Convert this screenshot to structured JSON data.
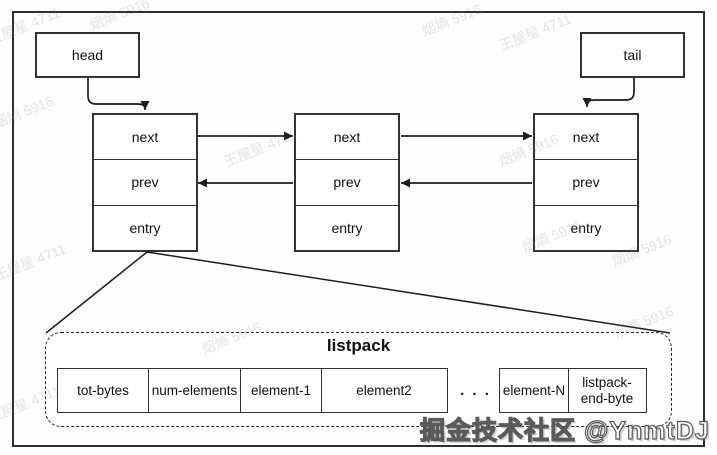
{
  "diagram": {
    "head_label": "head",
    "tail_label": "tail",
    "cell_labels": [
      "next",
      "prev",
      "entry"
    ]
  },
  "listpack": {
    "title": "listpack",
    "cells": [
      "tot-bytes",
      "num-elements",
      "element-1",
      "element2",
      "element-N",
      "listpack-end-byte"
    ],
    "ellipsis": ". . ."
  },
  "branding": {
    "text": "掘金技术社区 @YnmtDJ"
  },
  "colors": {
    "line": "#2e2e2e",
    "box_border": "#333333",
    "background": "#fefefe",
    "watermark": "rgba(130,130,130,0.22)"
  },
  "watermarks": [
    {
      "text": "王屋星 4711"
    },
    {
      "text": "烟熵 5916"
    },
    {
      "text": "烟熵 5916"
    },
    {
      "text": "王屋星 4711"
    },
    {
      "text": "烟熵 5916"
    },
    {
      "text": "王屋星 4711"
    },
    {
      "text": "王屋星 4711"
    },
    {
      "text": "烟熵 5916"
    },
    {
      "text": "烟熵 5916"
    },
    {
      "text": "烟熵 5916"
    },
    {
      "text": "王屋星 4711"
    },
    {
      "text": "烟熵 5916"
    },
    {
      "text": "烟熵 5916"
    }
  ]
}
